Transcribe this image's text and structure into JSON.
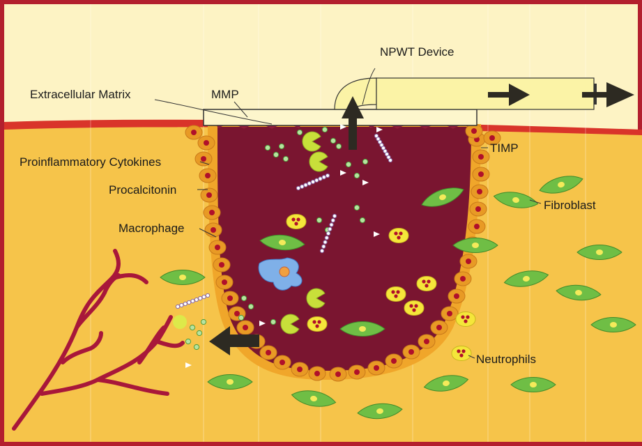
{
  "labels": {
    "npwt_device": "NPWT Device",
    "extracellular_matrix": "Extracellular Matrix",
    "mmp": "MMP",
    "timp": "TIMP",
    "proinflammatory_cytokines": "Proinflammatory Cytokines",
    "procalcitonin": "Procalcitonin",
    "macrophage": "Macrophage",
    "fibroblast": "Fibroblast",
    "neutrophils": "Neutrophils"
  },
  "colors": {
    "sky": "#fdf3c4",
    "tissue": "#f6c44a",
    "skin_line": "#d9342a",
    "wound": "#7a1530",
    "cell_orange": "#e89a25",
    "cell_nucleus": "#b0102a",
    "fibroblast": "#6fbe45",
    "neutrophil": "#f5e63a",
    "macrophage": "#7fb0e8",
    "vessel": "#a8173a",
    "device": "#fbf3a6",
    "arrow": "#2d2a22"
  }
}
